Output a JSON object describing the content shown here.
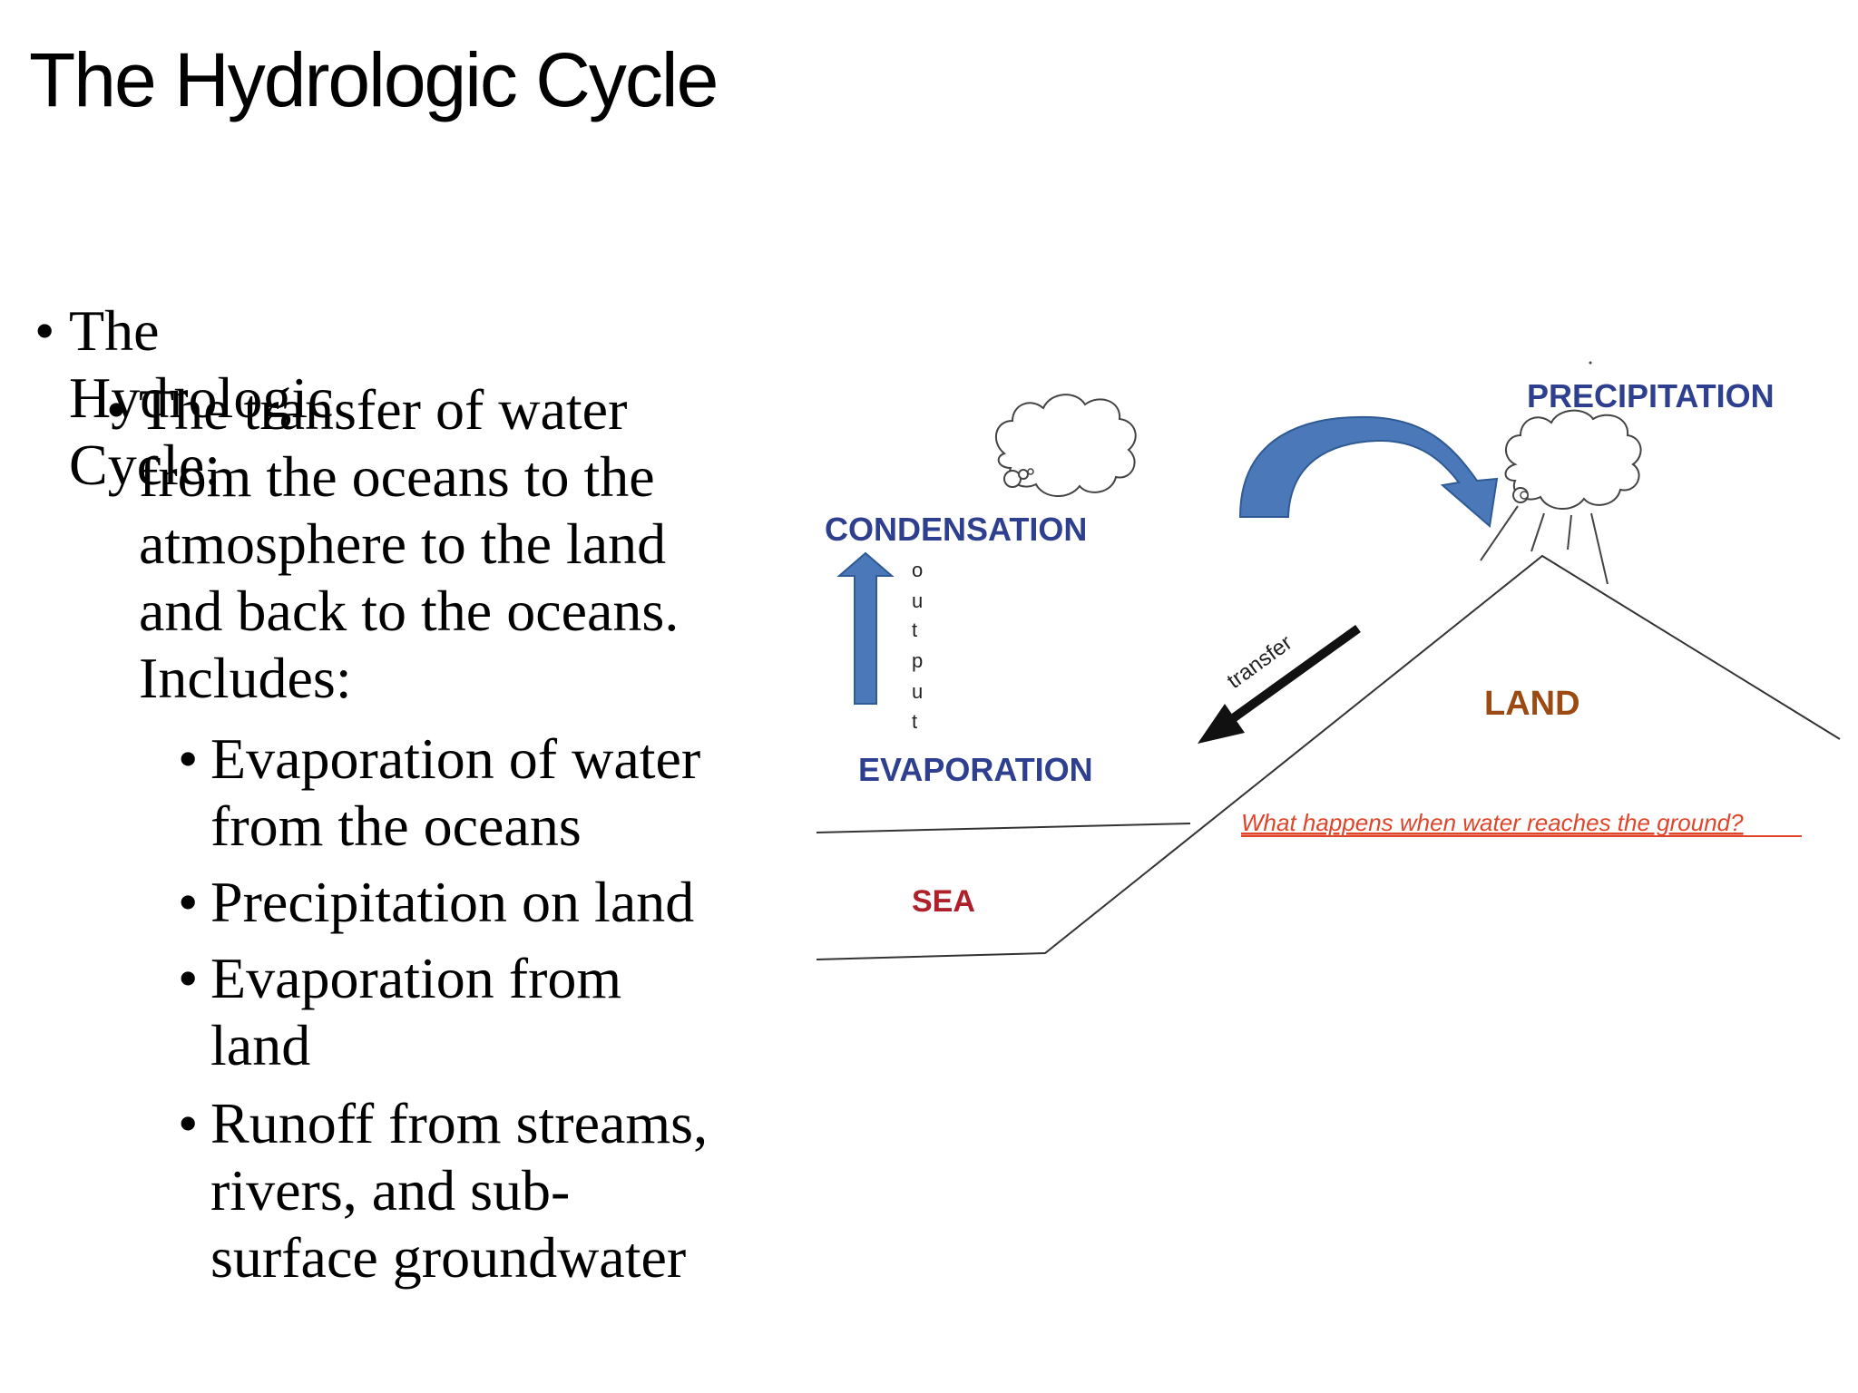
{
  "title": "The Hydrologic Cycle",
  "bullets": {
    "level1": "The Hydrologic Cycle:",
    "level2": "The transfer of water from the oceans to the atmosphere to the land and back to the oceans. Includes:",
    "level2_lines": [
      "The transfer of water",
      "from the oceans to the",
      "atmosphere to the land",
      "and back to the oceans.",
      "Includes:"
    ],
    "level3": [
      {
        "lines": [
          "Evaporation of water",
          "from the oceans"
        ]
      },
      {
        "lines": [
          "Precipitation on land"
        ]
      },
      {
        "lines": [
          "Evaporation from",
          "land"
        ]
      },
      {
        "lines": [
          "Runoff from streams,",
          "rivers, and sub-",
          "surface groundwater"
        ]
      }
    ],
    "bullet_char": "•"
  },
  "diagram": {
    "condensation": "CONDENSATION",
    "evaporation": "EVAPORATION",
    "output_letters": [
      "o",
      "u",
      "t",
      "p",
      "u",
      "t"
    ],
    "precipitation": "PRECIPITATION",
    "transfer": "transfer",
    "land": "LAND",
    "sea": "SEA",
    "question": "What happens when water reaches the ground?",
    "colors": {
      "blue_label": "#2e3f8f",
      "arrow_blue": "#4a78b8",
      "land_brown": "#9a4a12",
      "sea_red": "#b0202a",
      "question_red": "#e0452a"
    }
  }
}
